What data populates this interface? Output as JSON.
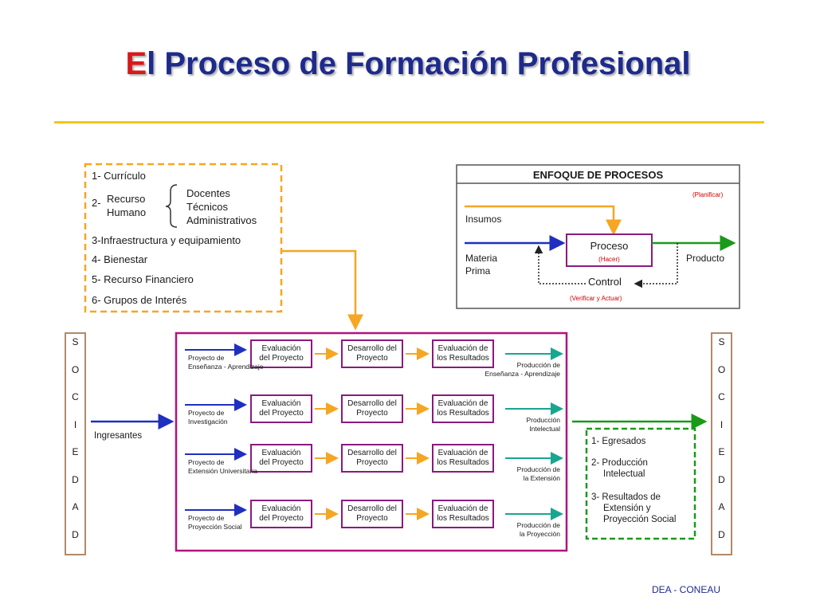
{
  "title": {
    "first_letter": "E",
    "rest": "l Proceso de Formación Profesional"
  },
  "resources": {
    "items": [
      "1- Currículo",
      "2-",
      "3-Infraestructura y equipamiento",
      "4- Bienestar",
      "5- Recurso Financiero",
      "6- Grupos de Interés"
    ],
    "recurso_humano": "Recurso",
    "recurso_humano_2": "Humano",
    "human_types": [
      "Docentes",
      "Técnicos",
      "Administrativos"
    ]
  },
  "enfoque": {
    "title": "ENFOQUE DE PROCESOS",
    "planificar": "(Planificar)",
    "insumos": "Insumos",
    "materia_prima_1": "Materia",
    "materia_prima_2": "Prima",
    "proceso": "Proceso",
    "hacer": "(Hacer)",
    "producto": "Producto",
    "control": "Control",
    "verificar": "(Verificar y Actuar)"
  },
  "sociedad_letters": [
    "S",
    "O",
    "C",
    "I",
    "E",
    "D",
    "A",
    "D"
  ],
  "ingresantes": "Ingresantes",
  "process": {
    "steps": [
      [
        "Evaluación",
        "del Proyecto"
      ],
      [
        "Desarrollo del",
        "Proyecto"
      ],
      [
        "Evaluación de",
        "los Resultados"
      ]
    ],
    "rows": [
      {
        "input": [
          "Proyecto de",
          "Enseñanza - Aprendizaje"
        ],
        "output": [
          "Producción de",
          "Enseñanza - Aprendizaje"
        ]
      },
      {
        "input": [
          "Proyecto de",
          "Investigación"
        ],
        "output": [
          "Producción",
          "Intelectual"
        ]
      },
      {
        "input": [
          "Proyecto de",
          "Extensión Universitaria"
        ],
        "output": [
          "Producción de",
          "la Extensión"
        ]
      },
      {
        "input": [
          "Proyecto de",
          "Proyección Social"
        ],
        "output": [
          "Producción de",
          "la Proyección"
        ]
      }
    ]
  },
  "outputs": {
    "item1": "1- Egresados",
    "item2a": "2- Producción",
    "item2b": "Intelectual",
    "item3a": "3- Resultados de",
    "item3b": "Extensión y",
    "item3c": "Proyección Social"
  },
  "footer": "DEA -  CONEAU",
  "colors": {
    "orange": "#f5a623",
    "blue": "#1f2fbf",
    "green": "#1a9a1a",
    "teal": "#1aa58f",
    "magenta": "#b3127f",
    "purple": "#8b1a7f",
    "brown": "#b08a6a",
    "gold": "#f5c518"
  }
}
